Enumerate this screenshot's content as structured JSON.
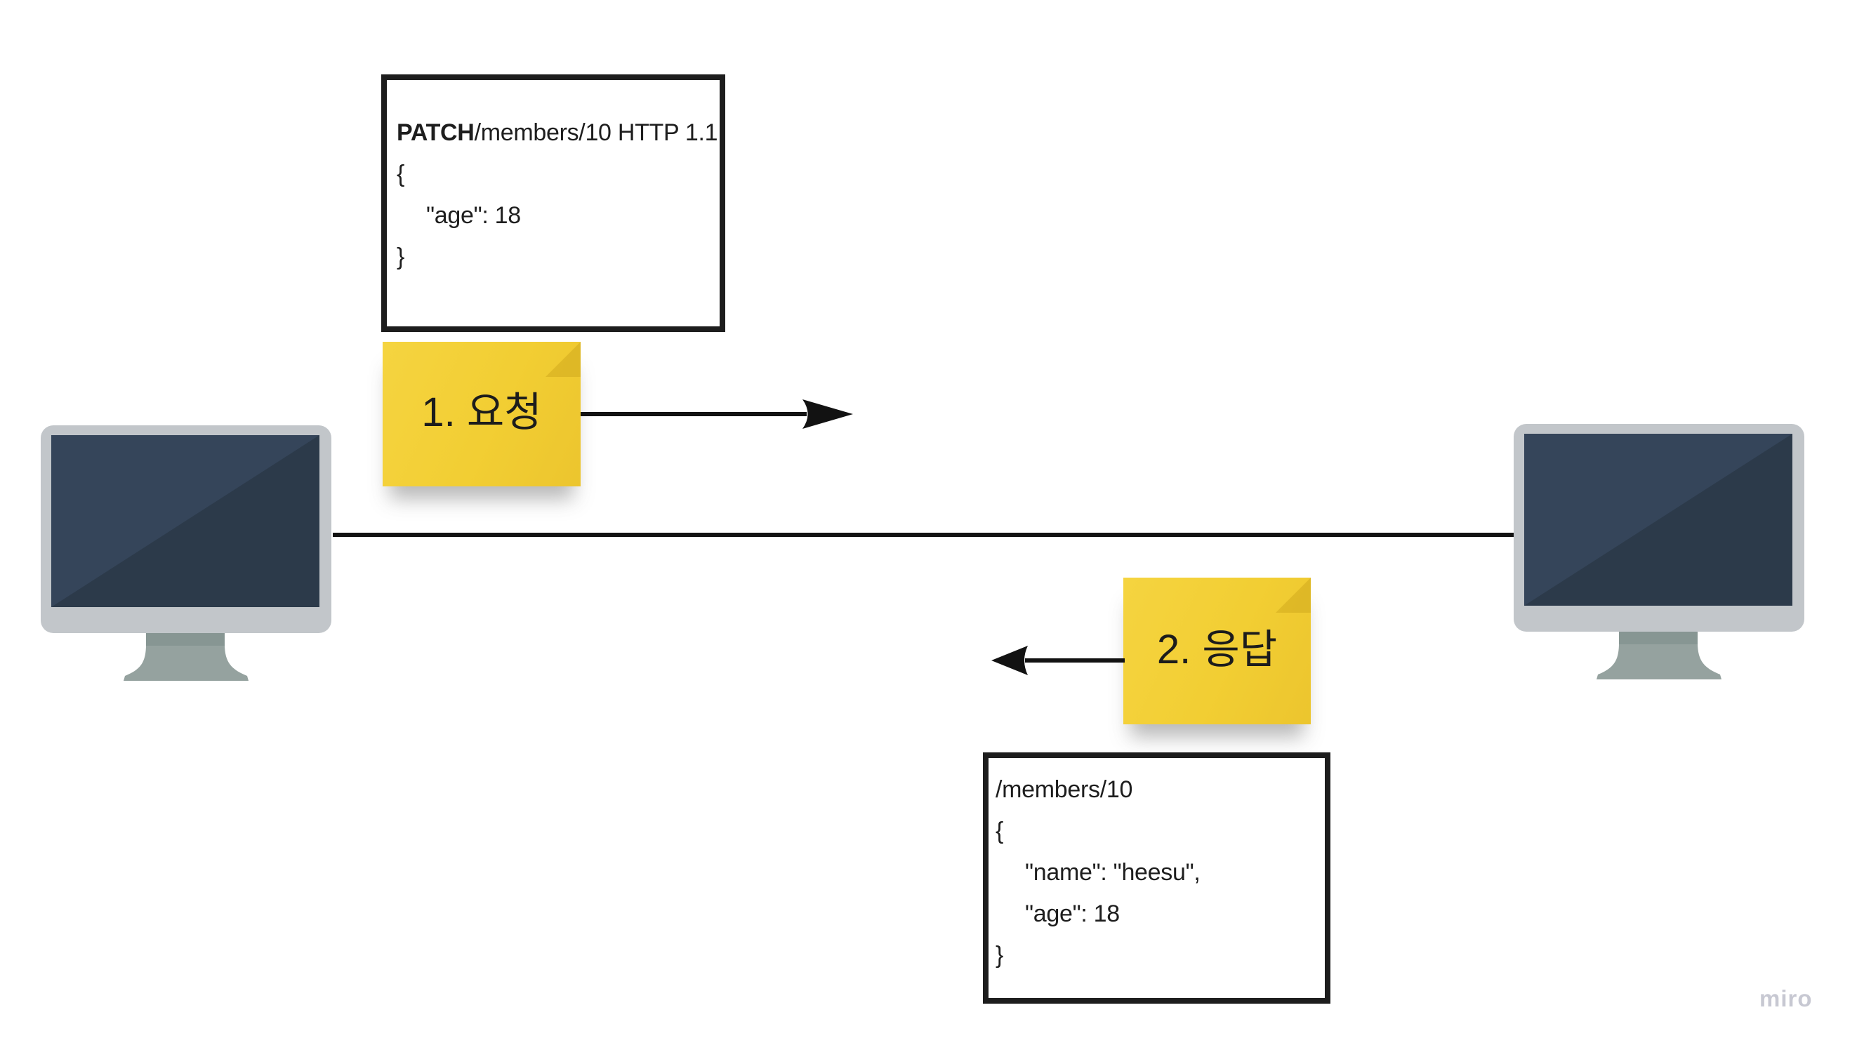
{
  "board": {
    "background": "#FFFFFF"
  },
  "request_box": {
    "method": "PATCH",
    "request_line_rest": "/members/10 HTTP 1.1",
    "body_lines": [
      "{",
      "\"age\": 18",
      "}"
    ]
  },
  "request_sticky": {
    "label": "1. 요청"
  },
  "response_sticky": {
    "label": "2. 응답"
  },
  "response_box": {
    "lines": [
      "/members/10",
      "{",
      "\"name\": \"heesu\",",
      "\"age\": 18",
      "}"
    ]
  },
  "watermark": {
    "label": "miro"
  },
  "icons": {
    "left_monitor": "monitor-icon",
    "right_monitor": "monitor-icon",
    "request_arrow": "arrow-right-icon",
    "response_arrow": "arrow-left-icon"
  },
  "colors": {
    "sticky_yellow": "#F2CE33",
    "sticky_fold": "#E3BC25",
    "screen_dark": "#2C3A4A",
    "screen_light": "#35455A",
    "monitor_frame": "#C2C6CA",
    "monitor_stand": "#95A29F",
    "monitor_stand_shade": "#879693",
    "stroke": "#1D1D1D",
    "watermark_gray": "#C7C8D2"
  }
}
